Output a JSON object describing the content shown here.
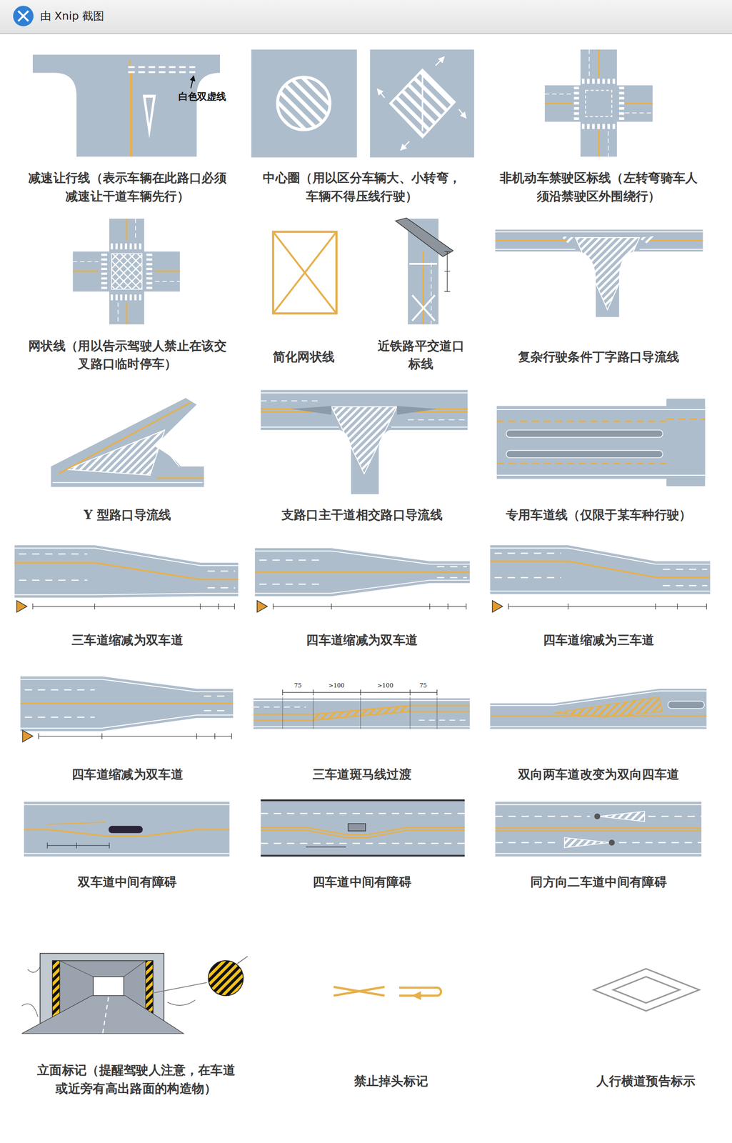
{
  "diagram": {
    "labels": [
      "由 Xnip 截图",
      "白色双虚线",
      "减速让行线（表示车辆在此路口必须 减速让干道车辆先行）",
      "中心圈（用以区分车辆大、小转弯， 车辆不得压线行驶）",
      "非机动车禁驶区标线（左转弯骑车人 须沿禁驶区外围绕行）",
      "网状线（用以告示驾驶人禁止在该交 叉路口临时停车）",
      "简化网状线",
      "近铁路平交道口 标线",
      "复杂行驶条件丁字路口导流线",
      "Y 型路口导流线",
      "支路口主干道相交路口导流线",
      "专用车道线（仅限于某车种行驶）",
      "三车道缩减为双车道",
      "四车道缩减为双车道",
      "四车道缩减为三车道",
      "75",
      ">100",
      ">100",
      "75",
      "四车道缩减为双车道",
      "三车道斑马线过渡",
      "双向两车道改变为双向四车道",
      "双车道中间有障碍",
      "四车道中间有障碍",
      "同方向二车道中间有障碍",
      "立面标记（提醒驾驶人注意，在车道 或近旁有高出路面的构造物）",
      "禁止掉头标记",
      "人行横道预告标示"
    ]
  }
}
